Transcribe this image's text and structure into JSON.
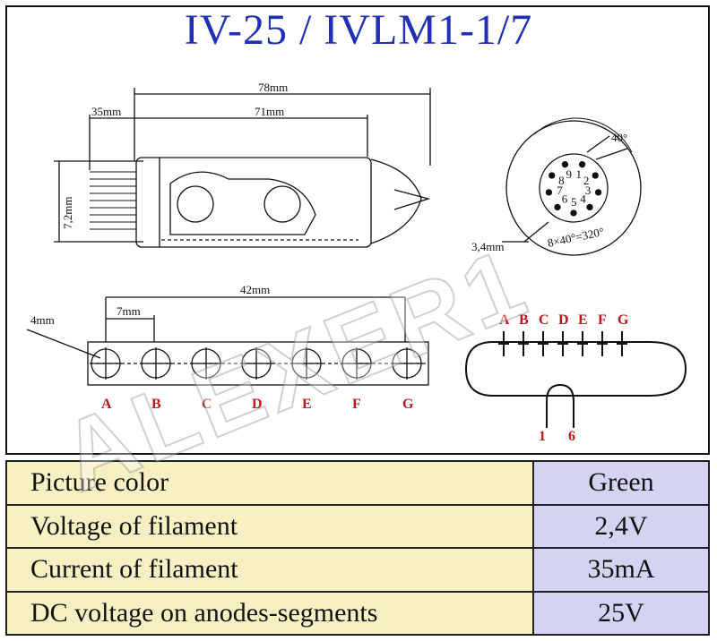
{
  "title": "IV-25 / IVLM1-1/7",
  "dimensions": {
    "overall_length": "78mm",
    "bulb_length": "71mm",
    "pin_length": "35mm",
    "diameter": "7,2mm",
    "pin_circle": "3,4mm",
    "pin_angle": "40°",
    "pin_arc": "8×40°=320°",
    "segment_span": "42mm",
    "segment_pitch": "7mm",
    "segment_diameter": "4mm"
  },
  "segments": [
    "A",
    "B",
    "C",
    "D",
    "E",
    "F",
    "G"
  ],
  "pin_numbers": [
    "1",
    "2",
    "3",
    "4",
    "5",
    "6",
    "7",
    "8",
    "9"
  ],
  "filament_pins": [
    "1",
    "6"
  ],
  "specs": [
    {
      "label": "Picture color",
      "value": "Green"
    },
    {
      "label": "Voltage of filament",
      "value": "2,4V"
    },
    {
      "label": "Current of filament",
      "value": "35mA"
    },
    {
      "label": "DC voltage on anodes-segments",
      "value": "25V"
    }
  ],
  "watermark": "ALEXER1",
  "colors": {
    "title": "#1f2fb8",
    "label_red": "#c0161b",
    "row_label_bg": "#f7f0c2",
    "row_value_bg": "#d4d3f4"
  }
}
